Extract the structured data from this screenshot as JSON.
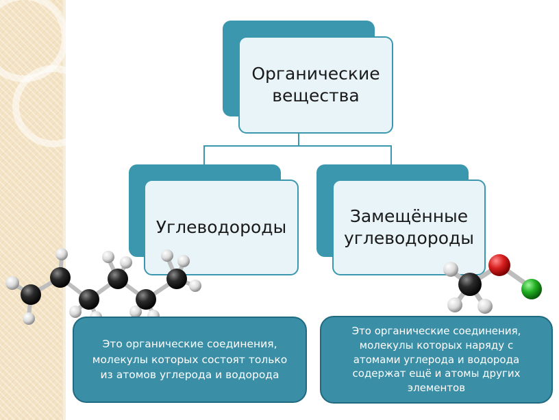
{
  "diagram": {
    "root": {
      "label_line1": "Органические",
      "label_line2": "вещества"
    },
    "left_child": {
      "label": "Углеводороды"
    },
    "right_child": {
      "label_line1": "Замещённые",
      "label_line2": "углеводороды"
    },
    "left_description": {
      "line1": "Это органические соединения,",
      "line2": "молекулы которых состоят только",
      "line3": "из атомов углерода и водорода"
    },
    "right_description": {
      "line1": "Это органические соединения,",
      "line2": "молекулы которых наряду с",
      "line3": "атомами углерода и водорода",
      "line4": "содержат ещё и атомы других",
      "line5": "элементов"
    }
  },
  "colors": {
    "accent": "#3a97ae",
    "box_fill": "#e9f4f8",
    "description_fill": "#3a8ea6",
    "carbon_atom": "#1e1e1e",
    "hydrogen_atom": "#eeeeee",
    "oxygen_atom": "#d81f1f",
    "chlorine_atom": "#22b022",
    "side_strip": "#f3e3c4"
  }
}
